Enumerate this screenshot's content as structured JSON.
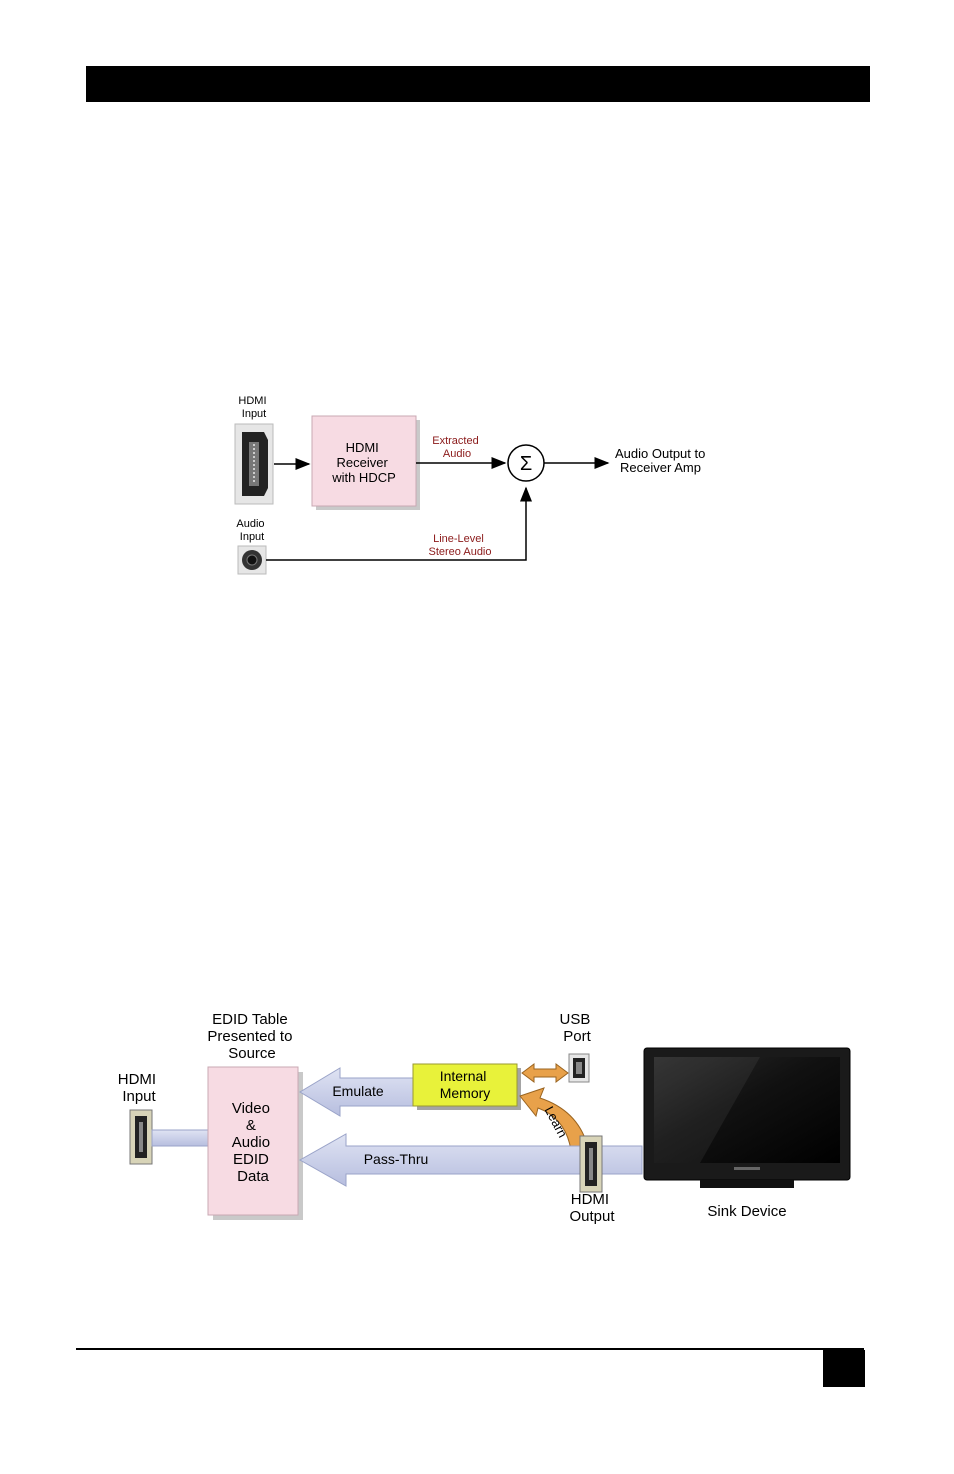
{
  "diagram1": {
    "hdmi_input_label": [
      "HDMI",
      "Input"
    ],
    "audio_input_label": [
      "Audio",
      "Input"
    ],
    "receiver_label": [
      "HDMI",
      "Receiver",
      "with HDCP"
    ],
    "extracted_label": [
      "Extracted",
      "Audio"
    ],
    "sum_symbol": "Σ",
    "output_label": [
      "Audio Output to",
      "Receiver Amp"
    ],
    "line_level_label": [
      "Line-Level",
      "Stereo Audio"
    ],
    "colors": {
      "box_fill": "#f7dbe3",
      "red_text": "#8b1a1a"
    }
  },
  "diagram2": {
    "edid_title": [
      "EDID Table",
      "Presented to",
      "Source"
    ],
    "usb_label": [
      "USB",
      "Port"
    ],
    "hdmi_input_label": [
      "HDMI",
      "Input"
    ],
    "edid_box_label": [
      "Video",
      "&",
      "Audio",
      "EDID",
      "Data"
    ],
    "internal_memory_label": [
      "Internal",
      "Memory"
    ],
    "emulate_label": "Emulate",
    "passthru_label": "Pass-Thru",
    "learn_label": "Learn",
    "hdmi_output_label": [
      "HDMI",
      "Output"
    ],
    "sink_label": "Sink Device",
    "colors": {
      "memory_fill": "#e8f23a",
      "arrow_fill": "#c5cce6",
      "learn_fill": "#e8a14a"
    }
  }
}
